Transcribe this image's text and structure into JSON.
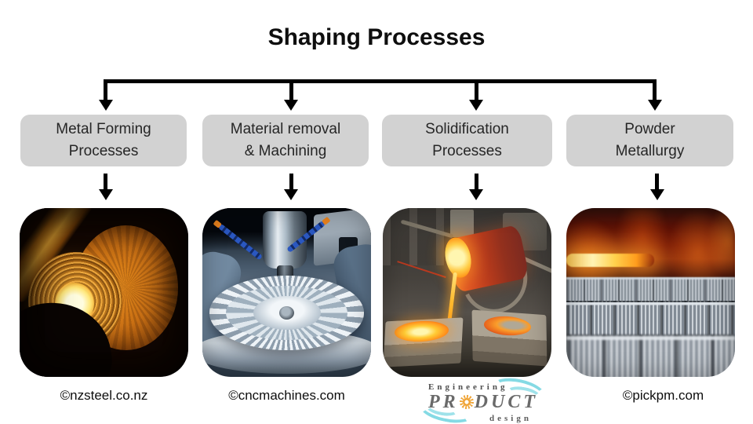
{
  "title": "Shaping Processes",
  "branches": [
    {
      "label": [
        "Metal Forming",
        "Processes"
      ],
      "caption": "©nzsteel.co.nz",
      "photo": "hot-rolled-steel-coil"
    },
    {
      "label": [
        "Material removal",
        "& Machining"
      ],
      "caption": "©cncmachines.com",
      "photo": "cnc-milling-machine"
    },
    {
      "label": [
        "Solidification",
        "Processes"
      ],
      "photo": "molten-metal-pouring",
      "logo": {
        "top": "Engineering",
        "word_pre": "PR",
        "word_post": "DUCT",
        "bottom": "design"
      }
    },
    {
      "label": [
        "Powder",
        "Metallurgy"
      ],
      "caption": "©pickpm.com",
      "photo": "sintered-powder-metal-parts"
    }
  ],
  "colors": {
    "background": "#ffffff",
    "box_bg": "#d2d2d2",
    "box_text": "#262626",
    "connector": "#000000",
    "logo_gray": "#6a6a6a",
    "logo_cyan": "#85dae4",
    "logo_orange": "#f0a63a"
  }
}
